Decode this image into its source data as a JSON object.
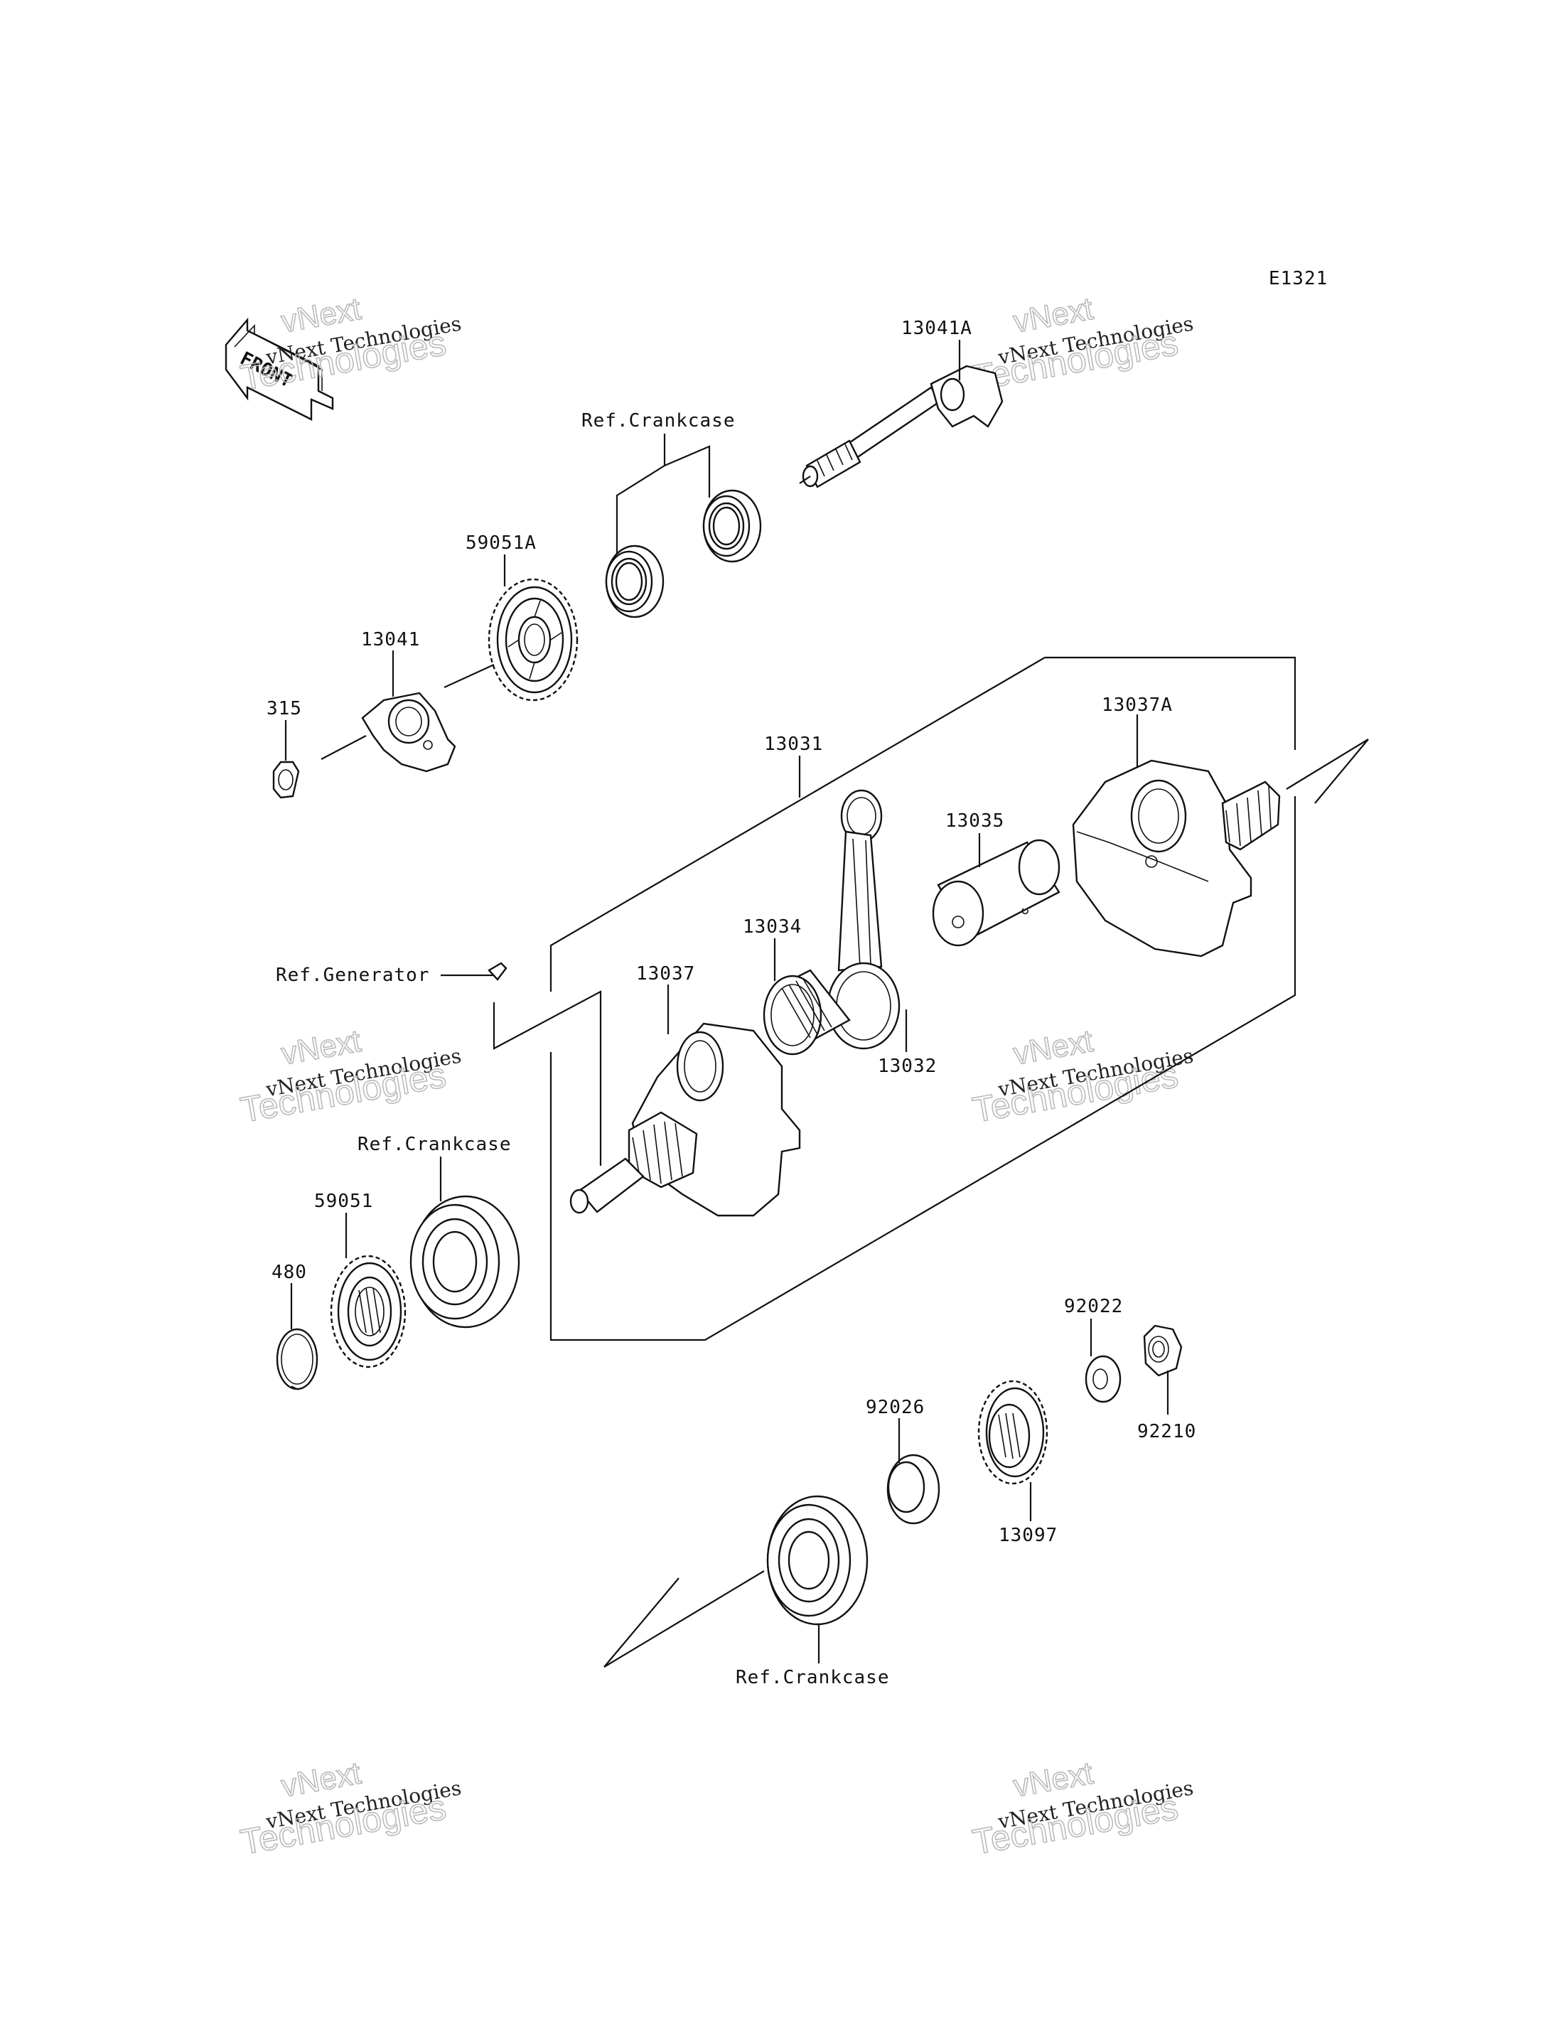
{
  "diagram_code": "E1321",
  "front_badge": "FRONT",
  "watermark": {
    "line1": "vNext Technologies",
    "line2": "Technologies",
    "line3": "vNext"
  },
  "labels": {
    "p13041A": "13041A",
    "ref_crankcase_top": "Ref.Crankcase",
    "p59051A": "59051A",
    "p13041": "13041",
    "p315": "315",
    "p13037A": "13037A",
    "p13031": "13031",
    "p13035": "13035",
    "p13034": "13034",
    "ref_generator": "Ref.Generator",
    "p13037": "13037",
    "p13032": "13032",
    "ref_crankcase_mid": "Ref.Crankcase",
    "p59051": "59051",
    "p480": "480",
    "p92022": "92022",
    "p92026": "92026",
    "p92210": "92210",
    "p13097": "13097",
    "ref_crankcase_bottom": "Ref.Crankcase"
  }
}
